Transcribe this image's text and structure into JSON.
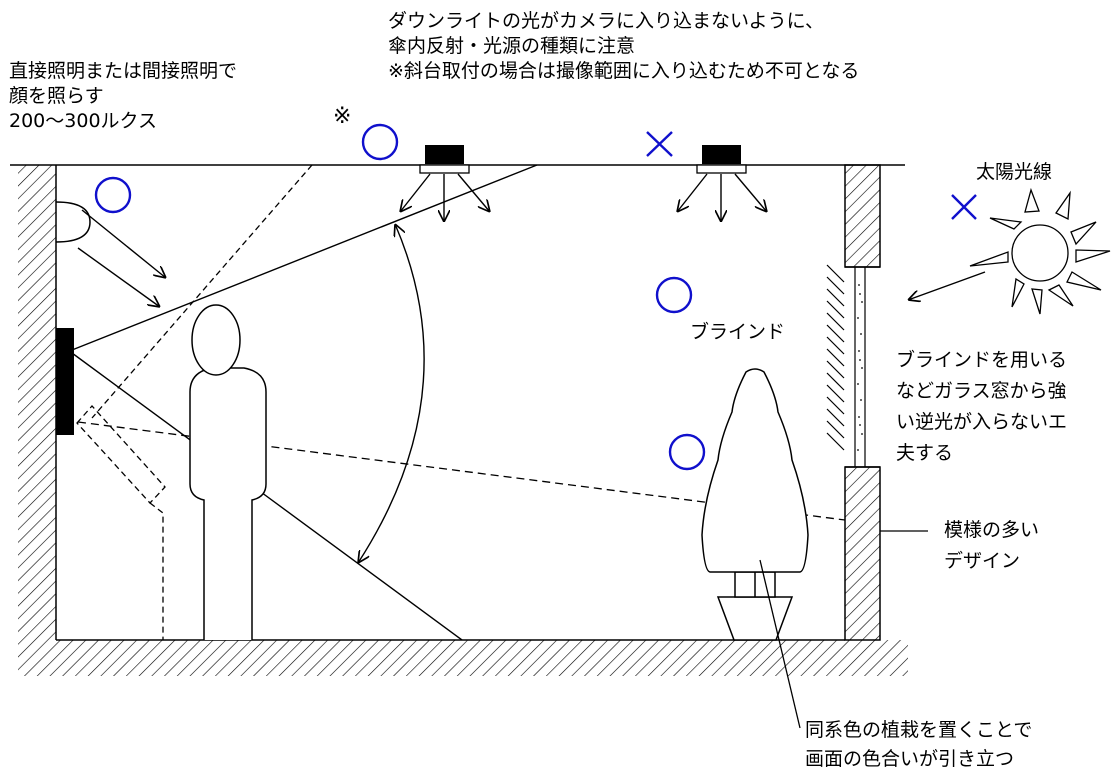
{
  "notes": {
    "lighting": [
      "直接照明または間接照明で",
      "顔を照らす",
      "200〜300ルクス"
    ],
    "downlight": [
      "ダウンライトの光がカメラに入り込まないように、",
      "傘内反射・光源の種類に注意",
      "※斜台取付の場合は撮像範囲に入り込むため不可となる"
    ],
    "sun": "太陽光線",
    "blind": "ブラインド",
    "window": [
      "ブラインドを用いる",
      "などガラス窓から強",
      "い逆光が入らないエ",
      "夫する"
    ],
    "wall": [
      "模様の多い",
      "デザイン"
    ],
    "plant": [
      "同系色の植栽を置くことで",
      "画面の色合いが引き立つ"
    ]
  },
  "marks": {
    "asterisk": "※",
    "ok_color": "#1010cc",
    "ng_color": "#1010cc"
  }
}
